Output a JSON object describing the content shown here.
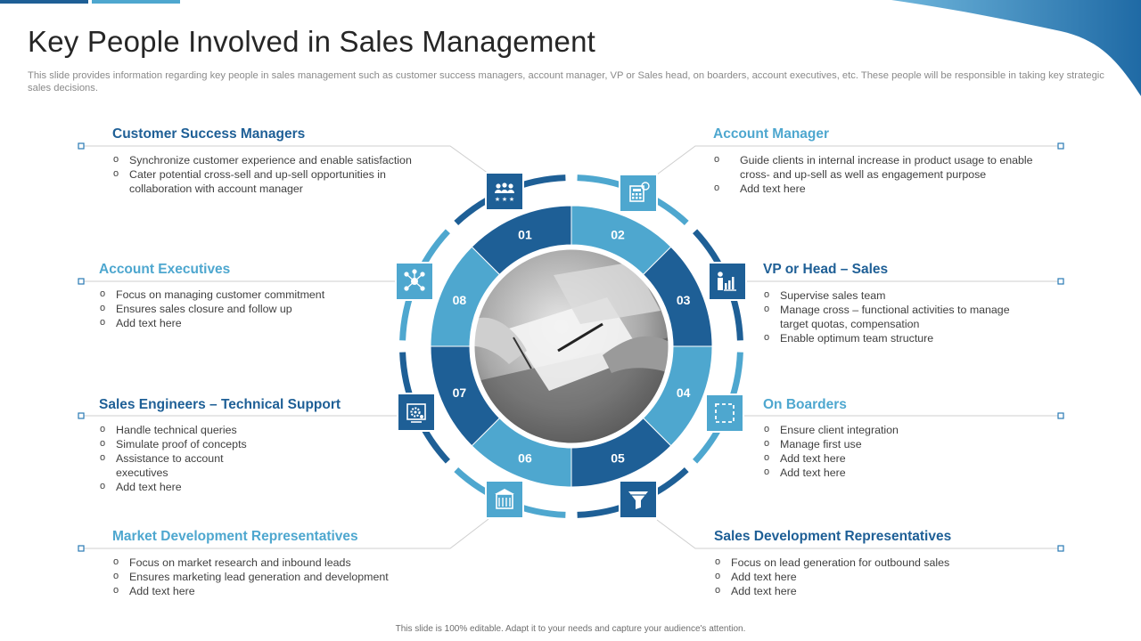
{
  "title": "Key People Involved in Sales Management",
  "subtitle": "This slide provides information regarding key people in sales management such as customer success managers, account manager, VP or Sales head, on boarders, account executives, etc. These people will be responsible in taking key strategic sales decisions.",
  "footer": "This slide is 100% editable. Adapt it to your needs and capture your audience's attention.",
  "segments": [
    "01",
    "02",
    "03",
    "04",
    "05",
    "06",
    "07",
    "08"
  ],
  "roles": [
    {
      "heading": "Customer Success Managers",
      "icon": "team-icon",
      "items": [
        "Synchronize customer experience and enable satisfaction",
        "Cater potential cross-sell and up-sell opportunities in collaboration with account manager"
      ]
    },
    {
      "heading": "Account Manager",
      "icon": "calculator-icon",
      "items": [
        "Guide clients in internal increase in product usage to enable cross- and up-sell as well as engagement purpose",
        "Add text here"
      ]
    },
    {
      "heading": "VP or Head – Sales",
      "icon": "presenter-chart-icon",
      "items": [
        "Supervise  sales team",
        "Manage cross – functional activities to manage target quotas, compensation",
        "Enable optimum team structure"
      ]
    },
    {
      "heading": "On Boarders",
      "icon": "frame-select-icon",
      "items": [
        "Ensure client integration",
        "Manage first use",
        "Add text here",
        "Add text here"
      ]
    },
    {
      "heading": "Sales Development Representatives",
      "icon": "funnel-icon",
      "items": [
        "Focus on lead generation for outbound sales",
        "Add text here",
        "Add text here"
      ]
    },
    {
      "heading": "Market Development Representatives",
      "icon": "building-icon",
      "items": [
        "Focus on market research and inbound leads",
        "Ensures marketing lead generation and development",
        "Add text here"
      ]
    },
    {
      "heading": "Sales Engineers – Technical Support",
      "icon": "gear-settings-icon",
      "items": [
        "Handle technical queries",
        "Simulate proof of concepts",
        "Assistance to account executives",
        "Add text here"
      ]
    },
    {
      "heading": "Account Executives",
      "icon": "network-icon",
      "items": [
        "Focus on managing customer commitment",
        "Ensures sales closure and follow up",
        "Add text here"
      ]
    }
  ],
  "colors": {
    "dark": "#1e5f96",
    "light": "#4ea7cf",
    "title": "#262626"
  }
}
